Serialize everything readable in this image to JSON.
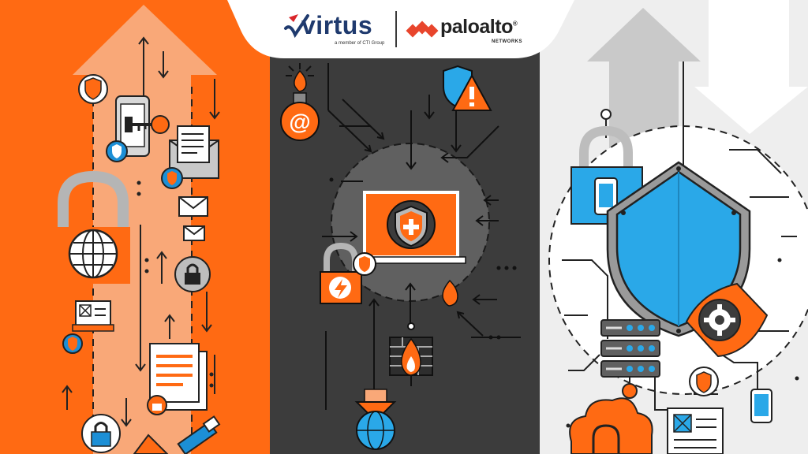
{
  "logos": {
    "virtus_word": "virtus",
    "virtus_tagline": "a member of CTI Group",
    "palo_word": "paloalto",
    "palo_registered": "®",
    "palo_sub": "NETWORKS"
  },
  "icons": {
    "at_symbol": "@"
  },
  "colors": {
    "orange": "#ff6a13",
    "orange_light": "#f9a878",
    "dark_panel": "#3c3c3c",
    "light_panel": "#eeeeee",
    "shield_blue": "#2aa8e8",
    "navy": "#1f3a6e"
  }
}
